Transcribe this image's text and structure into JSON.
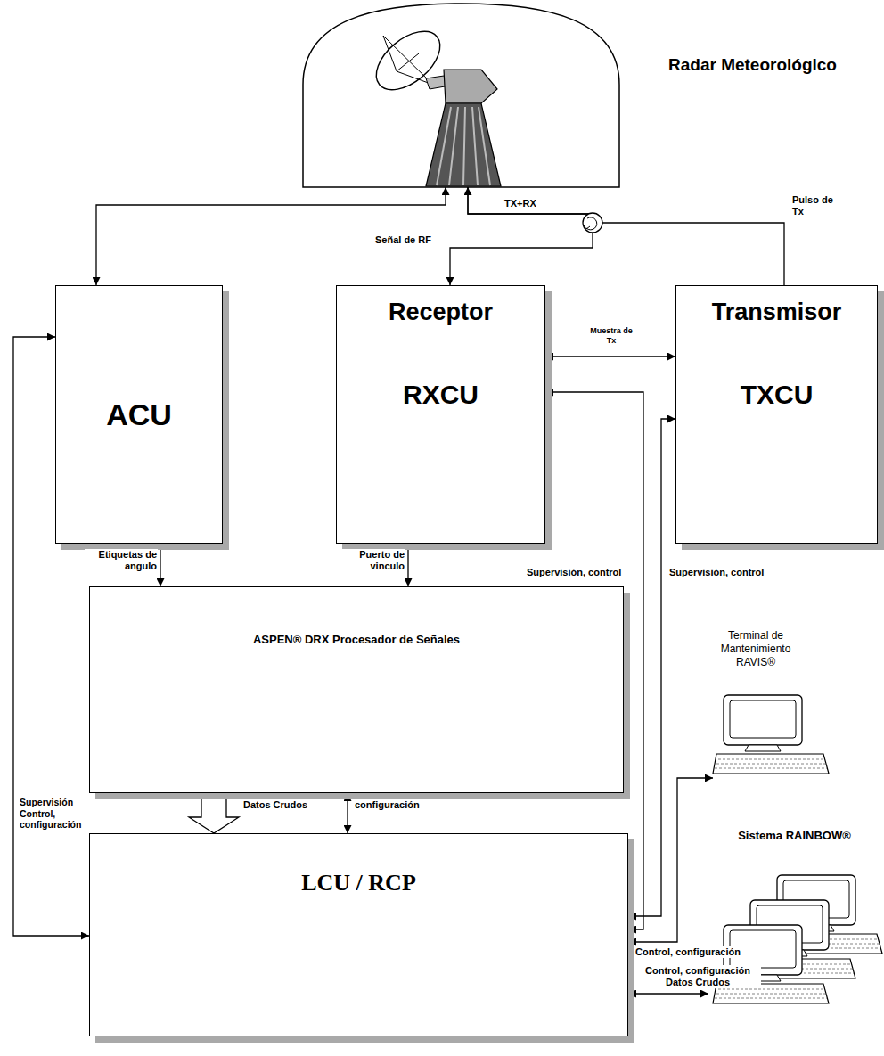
{
  "diagram": {
    "nodes": [
      {
        "text": [
          "Radar Meteorológico"
        ]
      },
      {
        "text": [
          "ACU"
        ]
      },
      {
        "text": [
          "Receptor",
          "RXCU"
        ]
      },
      {
        "text": [
          "Transmisor",
          "TXCU"
        ]
      },
      {
        "text": [
          "ASPEN® DRX Procesador de Señales"
        ]
      },
      {
        "text": [
          "Terminal de Mantenimiento RAVIS®"
        ]
      },
      {
        "text": [
          "LCU / RCP"
        ]
      },
      {
        "text": [
          "Sistema RAINBOW®"
        ]
      }
    ],
    "edges": [
      {
        "from": 1,
        "to": 0,
        "arrow": "both"
      },
      {
        "from": 3,
        "to": 0,
        "arrow": "to",
        "label": "Pulso de Tx"
      },
      {
        "from": 0,
        "to": 2,
        "arrow": "to",
        "label": "Señal de RF"
      },
      {
        "from": 2,
        "to": 3,
        "arrow": "both",
        "label": "Muestra de Tx"
      },
      {
        "from": 1,
        "to": 4,
        "arrow": "to",
        "label": "Etiquetas de angulo"
      },
      {
        "from": 2,
        "to": 4,
        "arrow": "to",
        "label": "Puerto de vinculo"
      },
      {
        "from": 4,
        "to": 6,
        "arrow": "to",
        "label": "Datos Crudos"
      },
      {
        "from": 4,
        "to": 6,
        "arrow": "both",
        "label": "configuración"
      },
      {
        "from": 1,
        "to": 6,
        "arrow": "both",
        "label": "Supervisión Control, configuración"
      },
      {
        "from": 2,
        "to": 6,
        "arrow": "both",
        "label": "Supervisión, control"
      },
      {
        "from": 3,
        "to": 6,
        "arrow": "both",
        "label": "Supervisión, control"
      },
      {
        "from": 6,
        "to": 5,
        "arrow": "both",
        "label": "Control, configuración"
      },
      {
        "from": 6,
        "to": 7,
        "arrow": "both",
        "label": "Control, configuración Datos Crudos"
      }
    ],
    "labels": [
      "TX+RX"
    ]
  }
}
